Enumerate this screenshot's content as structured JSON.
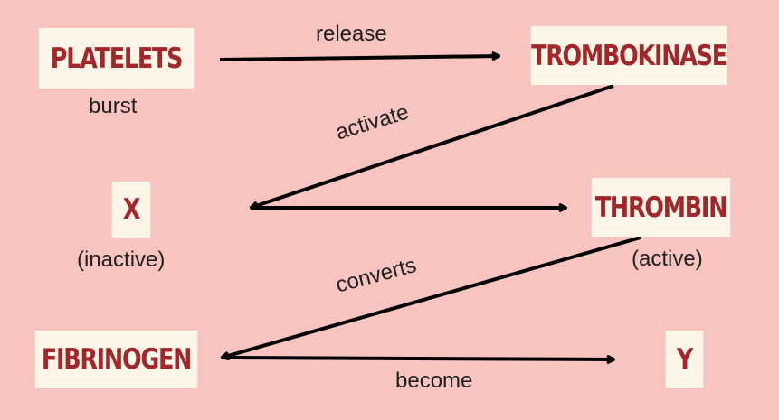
{
  "nodes": {
    "platelets": "PLATELETS",
    "trombokinase": "TROMBOKINASE",
    "x": "X",
    "thrombin": "THROMBIN",
    "fibrinogen": "FIBRINOGEN",
    "y": "Y"
  },
  "notes": {
    "burst": "burst",
    "inactive": "(inactive)",
    "active": "(active)"
  },
  "edges": {
    "release": "release",
    "activate": "activate",
    "converts": "converts",
    "become": "become"
  },
  "colors": {
    "background": "#f7c4c0",
    "box": "#fdf6e8",
    "node_text": "#a3262b",
    "arrow": "#000000"
  }
}
